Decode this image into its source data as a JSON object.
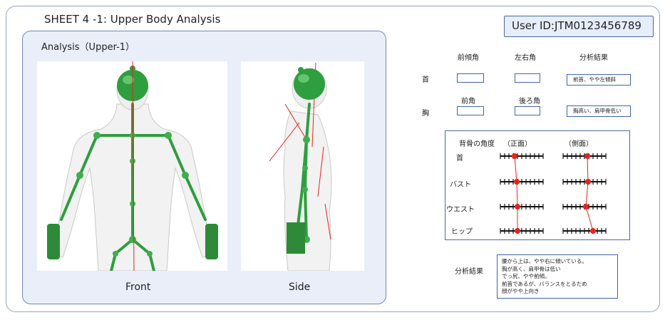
{
  "sheet": {
    "title": "SHEET 4 -1: Upper Body Analysis",
    "user_id": "User ID:JTM0123456789"
  },
  "analysis": {
    "title": "Analysis（Upper-1）",
    "front_label": "Front",
    "side_label": "Side"
  },
  "neck_row": {
    "label": "首",
    "col1": "前傾角",
    "col2": "左右角",
    "col3": "分析結果",
    "result": "前首、やや左傾斜"
  },
  "chest_row": {
    "label": "胸",
    "col1": "前角",
    "col2": "後ろ角",
    "result": "胸高い、肩甲骨低い"
  },
  "spine": {
    "title": "背骨の角度",
    "front_header": "（正面）",
    "side_header": "（側面）",
    "rows": [
      "首",
      "バスト",
      "ウエスト",
      "ヒップ"
    ]
  },
  "summary": {
    "label": "分析結果",
    "lines": [
      "腰から上は、やや右に傾いている。",
      "胸が高く、肩甲骨は低い",
      "でっ尻、やや前傾。",
      "前首であるが、バランスをとるため",
      "顔がやや上向き"
    ]
  },
  "colors": {
    "frame": "#8fa6c8",
    "panel": "#e9eef8",
    "skeleton": "#2e9e3e",
    "marker": "#e8231a"
  }
}
